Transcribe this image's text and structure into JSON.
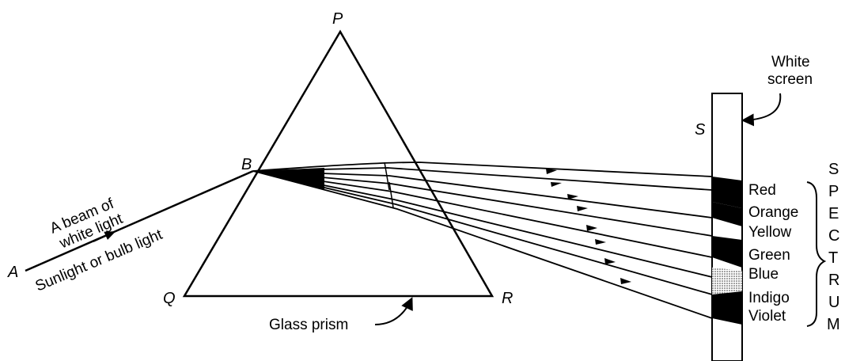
{
  "vertices": {
    "p": "P",
    "q": "Q",
    "r": "R",
    "b": "B",
    "a": "A",
    "s": "S"
  },
  "labels": {
    "beam_line1": "A beam of",
    "beam_line2": "white light",
    "source": "Sunlight or bulb light",
    "prism": "Glass prism",
    "screen_line1": "White",
    "screen_line2": "screen"
  },
  "colors": [
    "Red",
    "Orange",
    "Yellow",
    "Green",
    "Blue",
    "Indigo",
    "Violet"
  ],
  "spectrum_letters": [
    "S",
    "P",
    "E",
    "C",
    "T",
    "R",
    "U",
    "M"
  ]
}
